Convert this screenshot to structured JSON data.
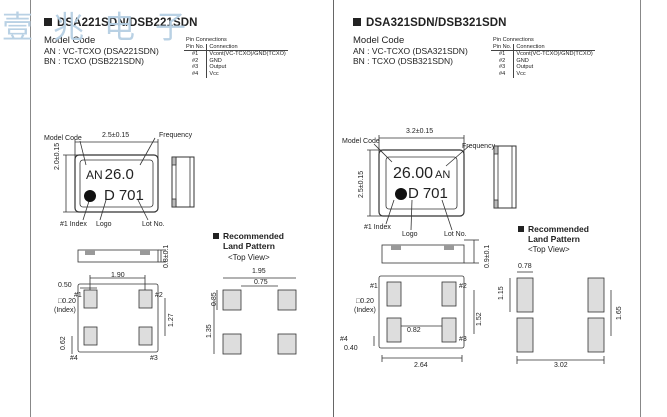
{
  "watermark": "壹兆电子",
  "left": {
    "title": "DSA221SDN/DSB221SDN",
    "model_heading": "Model Code",
    "model_lines": [
      "AN : VC-TCXO (DSA221SDN)",
      "BN : TCXO (DSB221SDN)"
    ],
    "pins": {
      "heading": "Pin Connections",
      "col_no": "Pin No.",
      "col_conn": "Connection",
      "rows": [
        [
          "#1",
          "Vcont(VC-TCXO)/GND(TCXO)"
        ],
        [
          "#2",
          "GND"
        ],
        [
          "#3",
          "Output"
        ],
        [
          "#4",
          "Vcc"
        ]
      ]
    },
    "package": {
      "model_code": "AN",
      "freq": "26.0",
      "logo": "D",
      "lot": "701"
    },
    "labels": {
      "model_code": "Model Code",
      "frequency": "Frequency",
      "index": "#1 Index",
      "logo": "Logo",
      "lot": "Lot No."
    },
    "dims": {
      "width": "2.5±0.15",
      "height": "2.0±0.15",
      "thickness": "0.8±0.1",
      "pad_pitch_x": "1.90",
      "pad_w": "0.50",
      "index_sq": "□0.20",
      "index_note": "(Index)",
      "pad_pitch_y": "1.27",
      "pad_h": "0.62",
      "land_total_w": "1.95",
      "land_gap": "0.75",
      "land_h": "0.85",
      "land_total_h": "1.35"
    },
    "pin_tags": [
      "#1",
      "#2",
      "#3",
      "#4"
    ],
    "recommended": [
      "Recommended",
      "Land Pattern"
    ],
    "top_view": "<Top View>"
  },
  "right": {
    "title": "DSA321SDN/DSB321SDN",
    "model_heading": "Model Code",
    "model_lines": [
      "AN : VC-TCXO (DSA321SDN)",
      "BN : TCXO (DSB321SDN)"
    ],
    "pins": {
      "heading": "Pin Connections",
      "col_no": "Pin No.",
      "col_conn": "Connection",
      "rows": [
        [
          "#1",
          "Vcont(VC-TCXO)/GND(TCXO)"
        ],
        [
          "#2",
          "GND"
        ],
        [
          "#3",
          "Output"
        ],
        [
          "#4",
          "Vcc"
        ]
      ]
    },
    "package": {
      "model_code": "AN",
      "freq": "26.00",
      "logo": "D",
      "lot": "701"
    },
    "labels": {
      "model_code": "Model Code",
      "frequency": "Frequency",
      "index": "#1 Index",
      "logo": "Logo",
      "lot": "Lot No."
    },
    "dims": {
      "width": "3.2±0.15",
      "height": "2.5±0.15",
      "thickness": "0.9±0.1",
      "index_sq": "□0.20",
      "index_note": "(Index)",
      "pad_pitch_y": "1.52",
      "pad_gap": "0.82",
      "pad_h": "0.40",
      "pad_total_w": "2.64",
      "land_w": "0.78",
      "land_h": "1.15",
      "land_total_h": "1.65",
      "land_total_w": "3.02"
    },
    "pin_tags": [
      "#1",
      "#2",
      "#3",
      "#4"
    ],
    "recommended": [
      "Recommended",
      "Land Pattern"
    ],
    "top_view": "<Top View>"
  }
}
